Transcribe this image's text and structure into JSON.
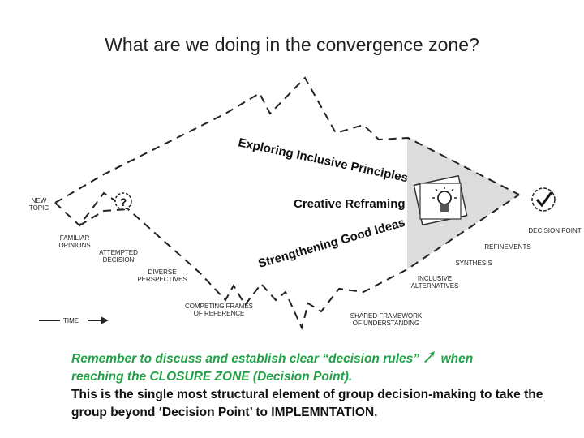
{
  "title": "What are we doing in the convergence zone?",
  "diagram": {
    "labels": {
      "new_topic": [
        "NEW",
        "TOPIC"
      ],
      "familiar_opinions": [
        "FAMILIAR",
        "OPINIONS"
      ],
      "attempted_decision": [
        "ATTEMPTED",
        "DECISION"
      ],
      "diverse_perspectives": [
        "DIVERSE",
        "PERSPECTIVES"
      ],
      "competing_frames": [
        "COMPETING FRAMES",
        "OF REFERENCE"
      ],
      "shared_framework": [
        "SHARED FRAMEWORK",
        "OF UNDERSTANDING"
      ],
      "inclusive_alternatives": [
        "INCLUSIVE",
        "ALTERNATIVES"
      ],
      "synthesis": "SYNTHESIS",
      "refinements": "REFINEMENTS",
      "decision_point": "DECISION POINT",
      "time": "TIME",
      "question_mark": "?"
    },
    "phrases": {
      "exploring": "Exploring Inclusive Principles",
      "reframing": "Creative Reframing",
      "strengthening": "Strengthening Good Ideas"
    }
  },
  "note": {
    "line1_green": "Remember to discuss and establish clear “decision rules”",
    "line1_green_tail": "when",
    "line2_green": "reaching the CLOSURE ZONE (Decision Point).",
    "black": "This is the single most structural element of group decision-making to take the group beyond ‘Decision Point’ to IMPLEMNTATION."
  },
  "colors": {
    "green": "#22a046",
    "shade": "#dcdcdc"
  },
  "icons": [
    "question-mark-icon",
    "lightbulb-icon",
    "checkmark-icon",
    "time-arrow-icon",
    "green-arrow-icon"
  ]
}
